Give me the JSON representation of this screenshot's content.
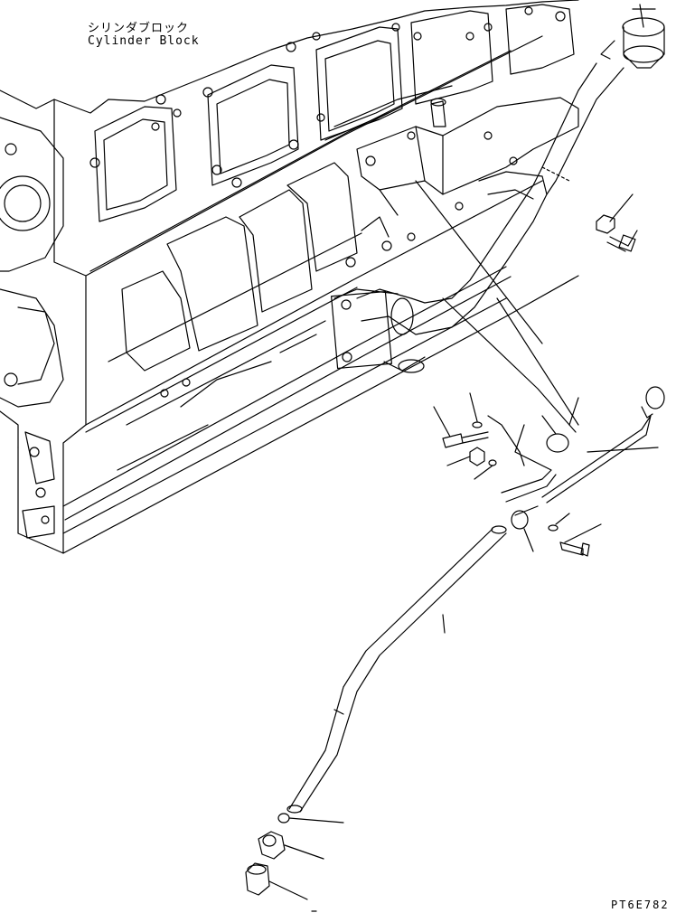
{
  "labels": {
    "part_jp": "シリンダブロック",
    "part_en": "Cylinder Block",
    "drawing_code": "PT6E782"
  },
  "colors": {
    "line": "#000000",
    "background": "#ffffff"
  }
}
